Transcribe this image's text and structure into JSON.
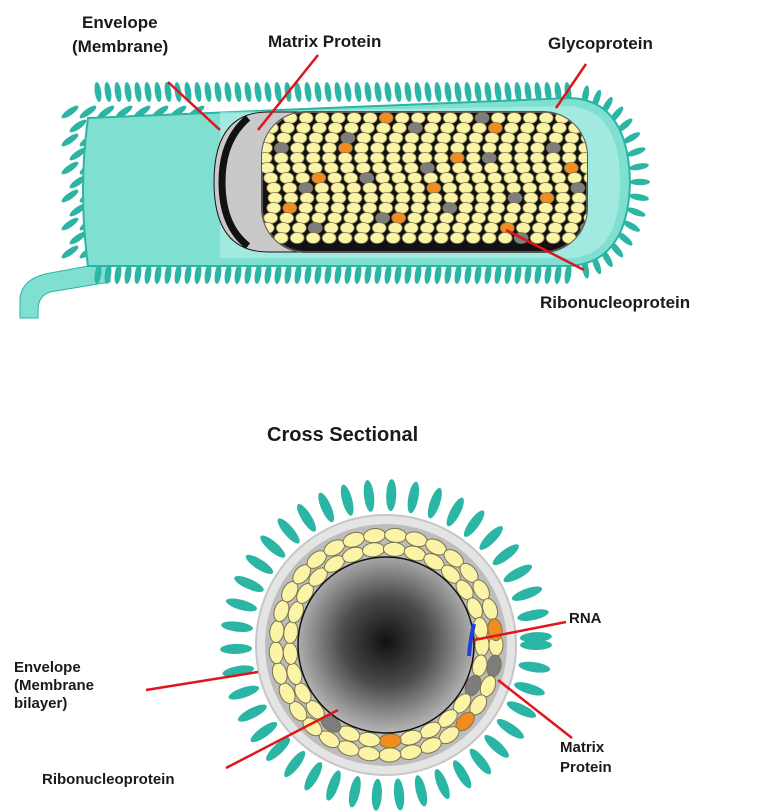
{
  "colors": {
    "spike": "#2bb5a4",
    "envelope": "#7fe0d2",
    "envelope_light": "#bff2ea",
    "matrix": "#9c9c9c",
    "matrix_light": "#d6d6d6",
    "rnp": "#fbf3a6",
    "rnp_outline": "#7a7450",
    "orange": "#f28c1e",
    "grey_dot": "#7d7d7d",
    "leader": "#e0141b",
    "rna": "#1f3fd8",
    "core_dark": "#1c1c1c",
    "core_light": "#b4b4b4"
  },
  "longitudinal": {
    "labels": {
      "envelope_line1": "Envelope",
      "envelope_line2": "(Membrane)",
      "matrix": "Matrix Protein",
      "glycoprotein": "Glycoprotein",
      "ribonucleoprotein": "Ribonucleoprotein"
    }
  },
  "cross_section": {
    "title": "Cross Sectional",
    "labels": {
      "rna": "RNA",
      "envelope_line1": "Envelope",
      "envelope_line2": "(Membrane",
      "envelope_line3": "bilayer)",
      "matrix_line1": "Matrix",
      "matrix_line2": "Protein",
      "ribonucleoprotein": "Ribonucleoprotein"
    }
  }
}
